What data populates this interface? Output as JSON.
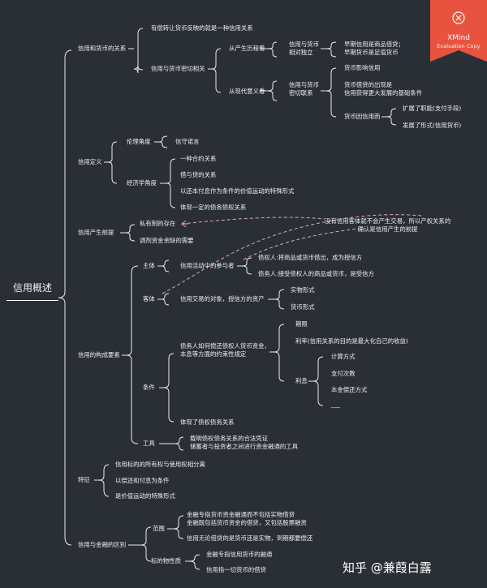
{
  "root": "信用概述",
  "badge": {
    "title": "XMind",
    "subtitle": "Evaluation Copy"
  },
  "watermark": "知乎 @兼葭白露",
  "branches": {
    "b1": {
      "label": "信用和货币的关系",
      "c1": "有偿转让货币反映的就是一种信用关系",
      "c2": "信用与货币密切相关",
      "hist": {
        "label": "从产生历程看",
        "sub": "信用与货币\n相对独立",
        "leaf": "早期信用是商品借贷；\n早期货币是足值货币"
      },
      "modern": {
        "label": "从现代意义看",
        "sub": "信用与货币\n密切联系",
        "l1": "货币影响信用",
        "l2": "货币借贷的出现是\n信用获得更大发展的基础条件",
        "l3": "货币因信用而",
        "l3a": "扩展了职能(支付手段)",
        "l3b": "发展了形式(信用货币)"
      }
    },
    "b2": {
      "label": "信用定义",
      "ethics": {
        "label": "伦理角度",
        "leaf": "信守诺言"
      },
      "econ": {
        "label": "经济学角度",
        "items": [
          "一种合约关系",
          "借与贷的关系",
          "以还本付息作为条件的价值运动的特殊形式",
          "体现一定的债务债权关系"
        ]
      }
    },
    "b3": {
      "label": "信用产生前提",
      "items": [
        "私有制的存在",
        "调剂资金余缺的需要"
      ],
      "note": "没有信用客体就不会产生交易，所以产权关系的\n确认是信用产生的前提"
    },
    "b4": {
      "label": "信用的构成要素",
      "subject": {
        "label": "主体",
        "leaf": "信用活动中的参与者",
        "creditor": "债权人:将商品或货币借出，成为授信方",
        "debtor": "债务人:接受债权人的商品或货币，是受信方"
      },
      "object": {
        "label": "客体",
        "leaf": "信用交易的对象，授信方的资产",
        "items": [
          "实物形式",
          "货币形式"
        ]
      },
      "cond": {
        "label": "条件",
        "desc": "债务人如何偿还债权人货币资金，\n本息等方面的约束性规定",
        "term": "期限",
        "rate": "利率(信用关系的目的是最大化自己的收益)",
        "interest": "利息",
        "interest_items": [
          "计算方式",
          "支付次数",
          "本金偿还方式",
          "___"
        ],
        "reflect": "体现了债权债务关系"
      },
      "tool": {
        "label": "工具",
        "leaf": "载明债权债务关系的合法凭证\n储蓄者与投资者之间进行资金融通的工具"
      }
    },
    "b5": {
      "label": "特征",
      "items": [
        "信用标的的所有权与使用权相分离",
        "以偿还和付息为条件",
        "是价值运动的特殊形式"
      ]
    },
    "b6": {
      "label": "信用与金融的区别",
      "scope": {
        "label": "范围",
        "l1": "金融专指货币资金融通而不包括实物借贷\n金融既包括货币资金的借贷，又包括股票融资",
        "l2": "信用无论借贷的是货币还是实物，到期都要偿还"
      },
      "target": {
        "label": "标的物性质",
        "items": [
          "金融专指信用货币的融通",
          "信用指一切货币的借贷"
        ]
      }
    }
  }
}
